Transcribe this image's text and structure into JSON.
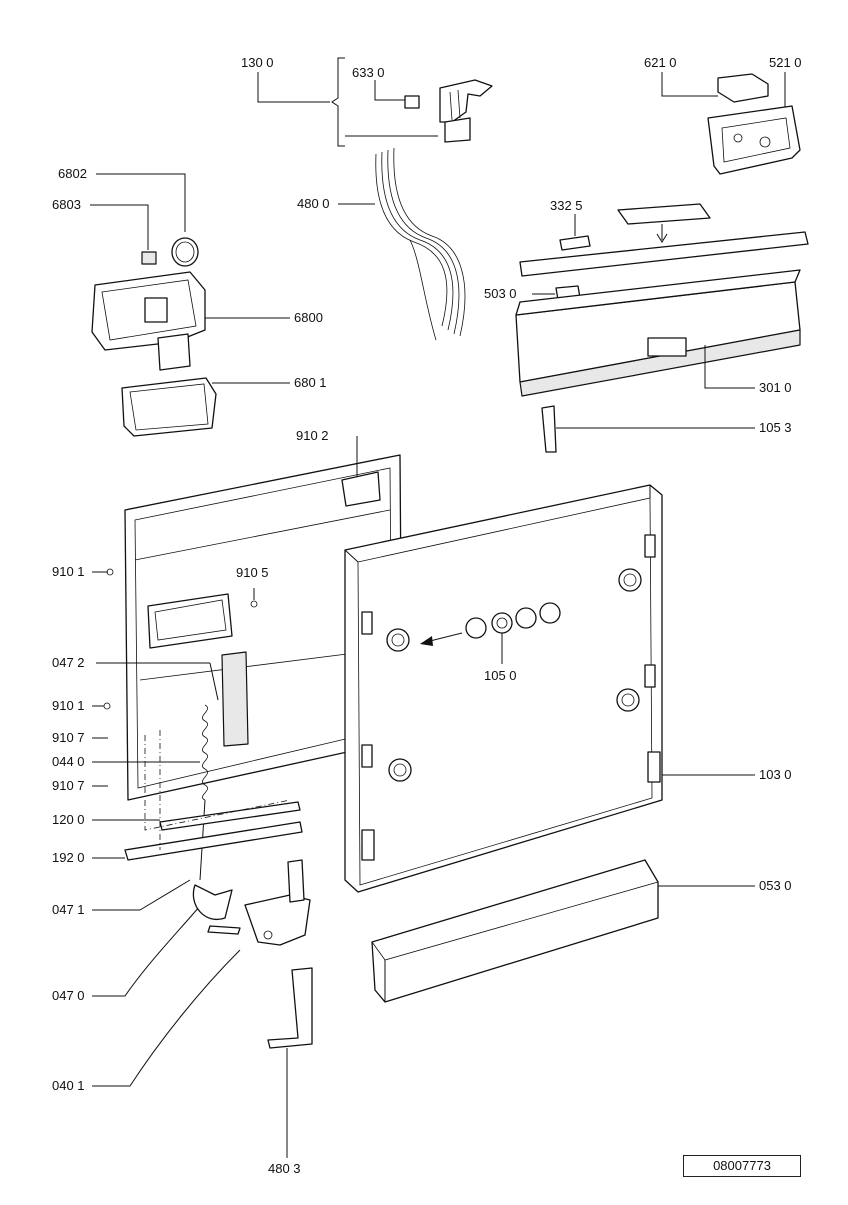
{
  "drawing_number": "08007773",
  "labels": {
    "l1300": "130 0",
    "l6330": "633 0",
    "l6210": "621 0",
    "l5210": "521 0",
    "l6802": "6802",
    "l6803": "6803",
    "l4800": "480 0",
    "l3325": "332 5",
    "l5030": "503  0",
    "l6800": "6800",
    "l6801": "680 1",
    "l3010": "301 0",
    "l1053": "105 3",
    "l9102": "910 2",
    "l9101a": "910 1",
    "l9105": "910 5",
    "l0472": "047 2",
    "l1050": "105 0",
    "l9101b": "910 1",
    "l9107a": "910 7",
    "l0440": "044 0",
    "l9107b": "910 7",
    "l1030": "103 0",
    "l1200": "120 0",
    "l1920": "192 0",
    "l0530": "053 0",
    "l0471": "047 1",
    "l0470": "047 0",
    "l0401": "040 1",
    "l4803": "480 3"
  }
}
